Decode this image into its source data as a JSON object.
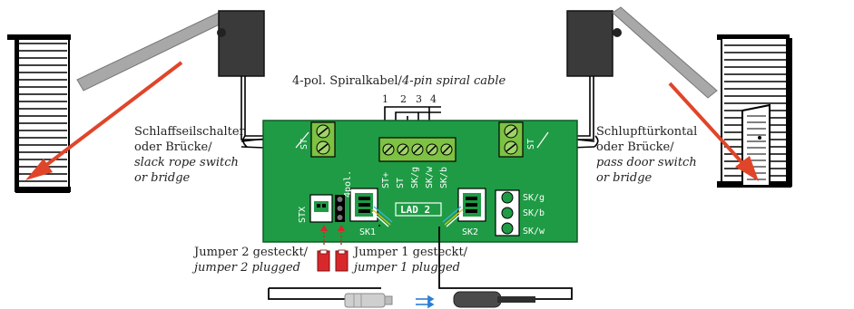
{
  "cable": {
    "label_de": "4-pol. Spiralkabel/",
    "label_en": "4-pin spiral cable",
    "pins": [
      "1",
      "2",
      "3",
      "4"
    ]
  },
  "left_switch": {
    "line1": "Schlaffseilschalter",
    "line2": "oder Brücke/",
    "line3": "slack rope switch",
    "line4": "or bridge"
  },
  "right_switch": {
    "line1": "Schlupftürkontal",
    "line2": "oder Brücke/",
    "line3": "pass door switch",
    "line4": "or bridge"
  },
  "jumper2": {
    "de": "Jumper 2 gesteckt/",
    "en": "jumper 2 plugged"
  },
  "jumper1": {
    "de": "Jumper 1 gesteckt/",
    "en": "jumper 1 plugged"
  },
  "board": {
    "name": "LAD 2",
    "st_left": "ST",
    "st_right": "ST",
    "stx": "STX",
    "pol4": "4pol.",
    "sk1": "SK1",
    "sk2": "SK2",
    "top_pins": [
      "ST+",
      "ST",
      "SK/g",
      "SK/w",
      "SK/b"
    ],
    "right_pins": [
      "SK/g",
      "SK/b",
      "SK/w"
    ]
  },
  "colors": {
    "board": "#1f9b45",
    "board_dark": "#116b2c",
    "terminal": "#7dc242",
    "arrow": "#e0452a",
    "jumper": "#d8282c",
    "cable_mid": "#2a7fd4"
  }
}
